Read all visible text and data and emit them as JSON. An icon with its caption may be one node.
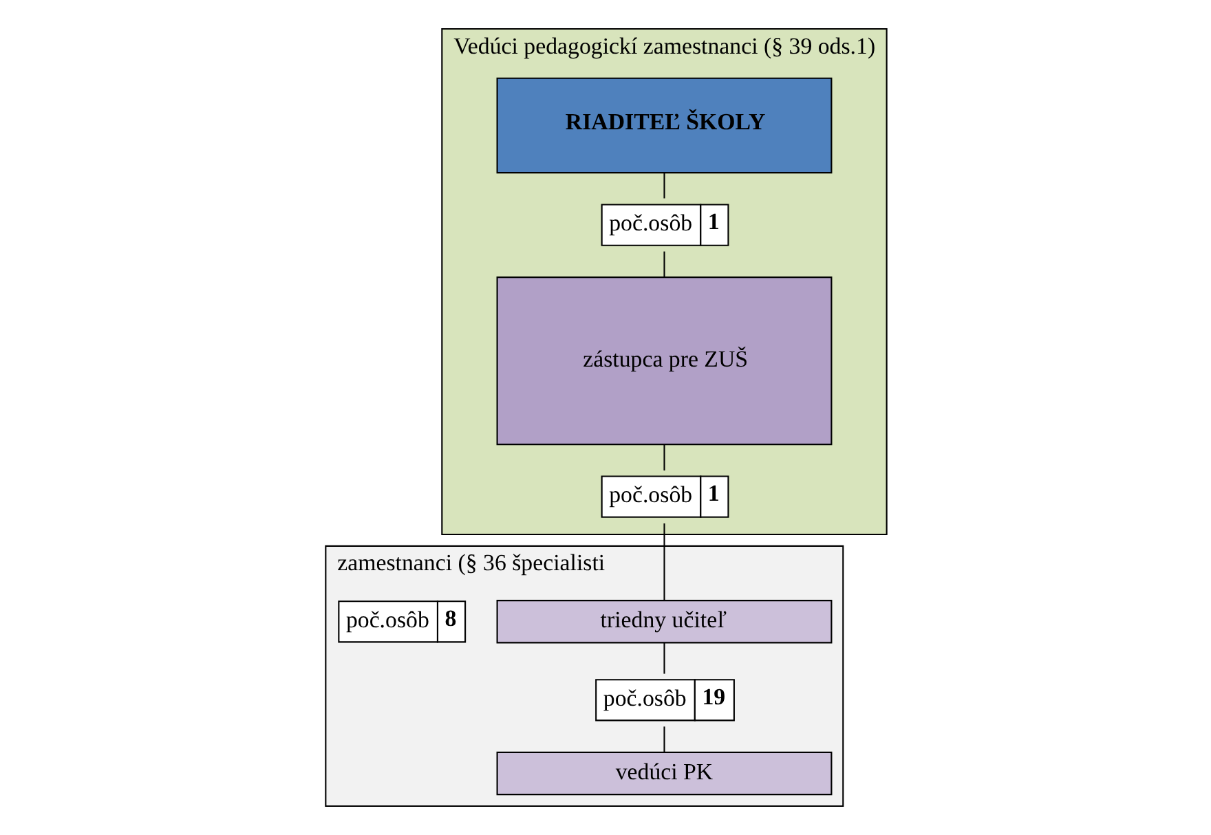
{
  "diagram": {
    "nodes": [
      {
        "text": [
          "Vedúci pedagogickí zamestnanci (§ 39 ods.1)"
        ]
      },
      {
        "text": [
          "RIADITEĽ ŠKOLY"
        ],
        "in": 0
      },
      {
        "text": [
          "poč.osôb",
          "1"
        ],
        "in": 0
      },
      {
        "text": [
          "zástupca pre ZUŠ"
        ],
        "in": 0
      },
      {
        "text": [
          "poč.osôb",
          "1"
        ],
        "in": 0
      },
      {
        "text": [
          "zamestnanci (§ 36 špecialisti"
        ]
      },
      {
        "text": [
          "triedny učiteľ"
        ],
        "in": 5
      },
      {
        "text": [
          "poč.osôb",
          "19"
        ],
        "in": 5
      },
      {
        "text": [
          "vedúci PK"
        ],
        "in": 5
      },
      {
        "text": [
          "poč.osôb",
          "8"
        ],
        "in": 5
      }
    ],
    "edges": [
      {
        "from": 1,
        "to": 2,
        "arrow": "none"
      },
      {
        "from": 2,
        "to": 3,
        "arrow": "none"
      },
      {
        "from": 3,
        "to": 4,
        "arrow": "none"
      },
      {
        "from": 4,
        "to": 6,
        "arrow": "none"
      },
      {
        "from": 6,
        "to": 7,
        "arrow": "none"
      },
      {
        "from": 7,
        "to": 8,
        "arrow": "none"
      }
    ]
  }
}
